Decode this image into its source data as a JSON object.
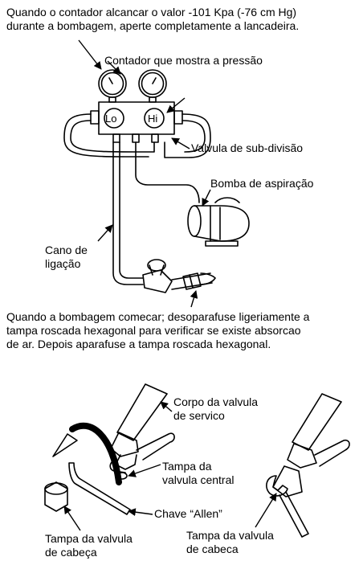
{
  "top": {
    "instruction_line1": "Quando o contador alcancar o valor -101 Kpa (-76 cm Hg)",
    "instruction_line2": "durante a bombagem, aperte completamente a lancadeira.",
    "gauge_label": "Contador que mostra a pressão",
    "lo_label": "Lo",
    "hi_label": "Hi",
    "valve_label": "Valvula de sub-divisão",
    "pump_label": "Bomba de aspiração",
    "pipe_label_line1": "Cano de",
    "pipe_label_line2": "ligação"
  },
  "middle": {
    "line1": "Quando a bombagem comecar; desoparafuse ligeriamente a",
    "line2": "tampa roscada hexagonal para verificar se existe absorcao",
    "line3": "de ar. Depois aparafuse a tampa roscada hexagonal."
  },
  "bottom": {
    "body_label_line1": "Corpo da valvula",
    "body_label_line2": "de servico",
    "central_cap_line1": "Tampa da",
    "central_cap_line2": "valvula central",
    "allen_key": "Chave “Allen”",
    "head_cap_left_line1": "Tampa da valvula",
    "head_cap_left_line2": "de cabeça",
    "head_cap_right_line1": "Tampa da valvula",
    "head_cap_right_line2": "de cabeca"
  }
}
